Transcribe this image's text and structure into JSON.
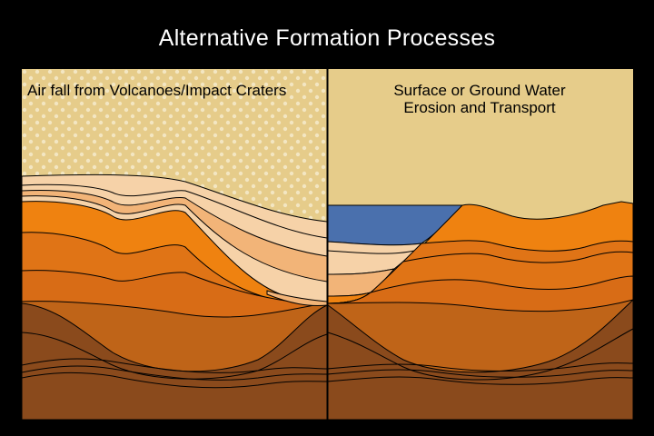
{
  "title": "Alternative Formation Processes",
  "panels": {
    "left": {
      "label": "Air fall from Volcanoes/Impact Craters"
    },
    "right": {
      "label_line1": "Surface or Ground Water",
      "label_line2": "Erosion and Transport"
    }
  },
  "colors": {
    "background": "#000000",
    "sky": "#e6cc8a",
    "sky_dots": "#f3e6c2",
    "airfall_light": "#f6d2a8",
    "airfall_mid": "#f2b478",
    "orange_bright": "#ef8210",
    "orange_mid": "#e07416",
    "brown_mid": "#bf6418",
    "brown_dark": "#8a4a1c",
    "water": "#4a70ad",
    "outline": "#000000"
  }
}
